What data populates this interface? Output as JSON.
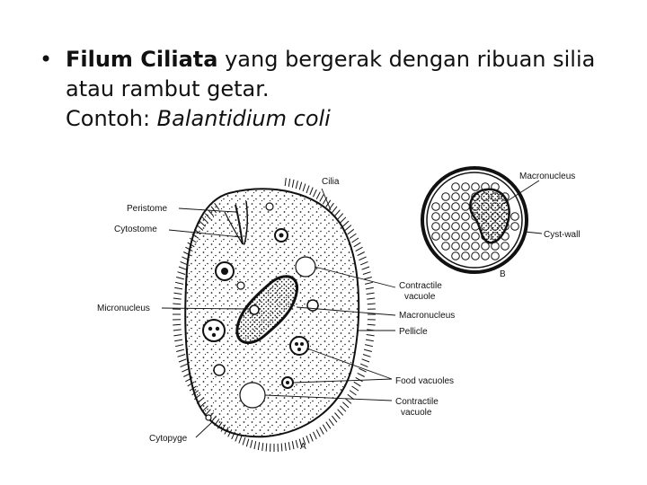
{
  "slide": {
    "bullet": "•",
    "line1_bold": "Filum Ciliata",
    "line1_rest": " yang bergerak dengan ribuan silia",
    "line2": "atau rambut getar.",
    "line3_prefix": "Contoh: ",
    "line3_italic": "Balantidium coli"
  },
  "figure_labels": {
    "cilia": "Cilia",
    "peristome": "Peristome",
    "cytostome": "Cytostome",
    "micronucleus": "Micronucleus",
    "cytopyge": "Cytopyge",
    "contractile_vacuole_1a": "Contractile",
    "contractile_vacuole_1b": "vacuole",
    "macronucleus": "Macronucleus",
    "pellicle": "Pellicle",
    "food_vacuoles": "Food vacuoles",
    "contractile_vacuole_2a": "Contractile",
    "contractile_vacuole_2b": "vacuole",
    "cyst_macronucleus": "Macronucleus",
    "cyst_wall": "Cyst-wall",
    "panel_a": "A",
    "panel_b": "B"
  }
}
